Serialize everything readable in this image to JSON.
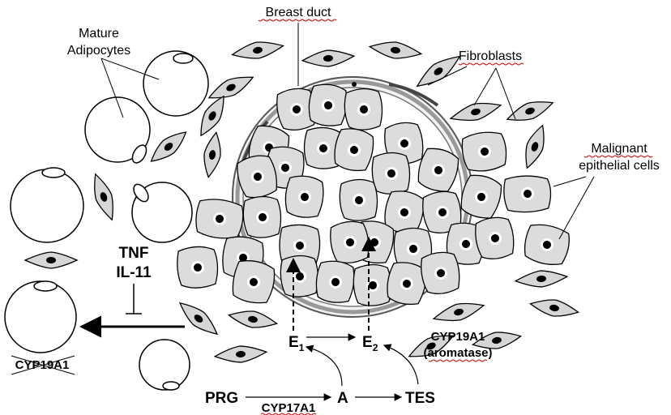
{
  "labels": {
    "mature_adipocytes_line1": "Mature",
    "mature_adipocytes_line2": "Adipocytes",
    "breast_duct": "Breast duct",
    "fibroblasts": "Fibroblasts",
    "malignant_line1": "Malignant",
    "malignant_line2": "epithelial cells",
    "tnf": "TNF",
    "il11": "IL-11",
    "cyp19a1_crossed": "CYP19A1",
    "e1_base": "E",
    "e1_sub": "1",
    "e2_base": "E",
    "e2_sub": "2",
    "cyp19a1_enzyme_line1": "CYP19A1",
    "cyp19a1_enzyme_line2": "(aromatase)",
    "prg": "PRG",
    "cyp17a1": "CYP17A1",
    "a": "A",
    "tes": "TES"
  },
  "colors": {
    "cell_fill": "#dcdcdc",
    "nucleus": "#000000",
    "spell_underline": "#cc0000"
  }
}
